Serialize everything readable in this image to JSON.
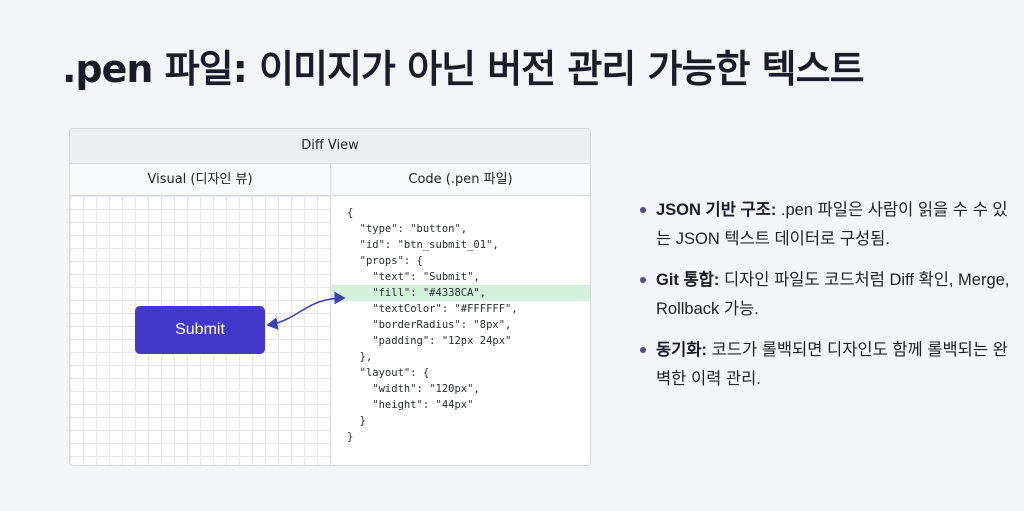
{
  "title": ".pen 파일: 이미지가 아닌 버전 관리 가능한 텍스트",
  "diff_view": {
    "header": "Diff View",
    "visual_header": "Visual (디자인 뷰)",
    "code_header": "Code (.pen 파일)",
    "button_label": "Submit",
    "button_color": "#4338CA",
    "highlight_color": "#d3f2db",
    "code_lines": [
      "{",
      "  \"type\": \"button\",",
      "  \"id\": \"btn_submit_01\",",
      "  \"props\": {",
      "    \"text\": \"Submit\",",
      "    \"fill\": \"#4338CA\",",
      "    \"textColor\": \"#FFFFFF\",",
      "    \"borderRadius\": \"8px\",",
      "    \"padding\": \"12px 24px\"",
      "  },",
      "  \"layout\": {",
      "    \"width\": \"120px\",",
      "    \"height\": \"44px\"",
      "  }",
      "}"
    ],
    "highlighted_line": 5
  },
  "bullets": [
    {
      "label": "JSON 기반 구조:",
      "text": " .pen 파일은 사람이 읽을 수 수 있는 JSON 텍스트 데이터로 구성됨."
    },
    {
      "label": "Git 통합:",
      "text": " 디자인 파일도 코드처럼 Diff 확인, Merge, Rollback 가능."
    },
    {
      "label": "동기화:",
      "text": " 코드가 롤백되면 디자인도 함께 롤백되는 완벽한 이력 관리."
    }
  ]
}
